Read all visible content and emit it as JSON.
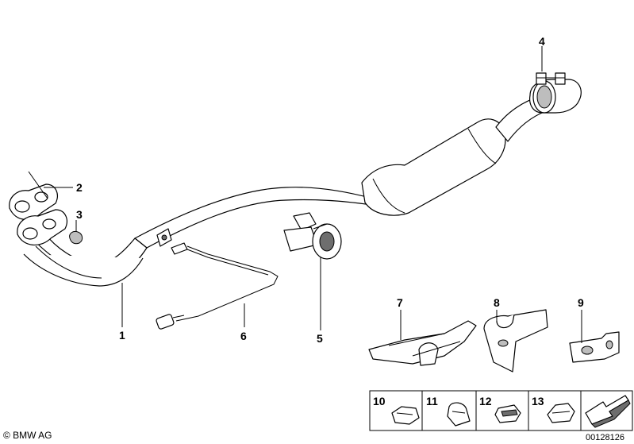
{
  "callouts": {
    "p1": "1",
    "p2": "2",
    "p3": "3",
    "p4": "4",
    "p5": "5",
    "p6": "6",
    "p7": "7",
    "p8": "8",
    "p9": "9"
  },
  "legend": {
    "cells": [
      {
        "number": "10"
      },
      {
        "number": "11"
      },
      {
        "number": "12"
      },
      {
        "number": "13"
      }
    ]
  },
  "footer": {
    "copyright": "© BMW AG",
    "reference": "00128126"
  }
}
